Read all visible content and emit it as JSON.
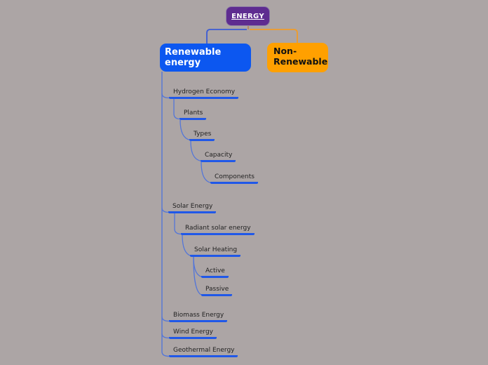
{
  "mindmap": {
    "root": {
      "label": "ENERGY"
    },
    "branch_renewable": {
      "label": "Renewable energy"
    },
    "branch_nonrenewable": {
      "label": "Non-Renewable"
    },
    "nodes": {
      "hydrogen": {
        "label": "Hydrogen Economy",
        "level": 1,
        "parent": "Renewable energy"
      },
      "plants": {
        "label": "Plants",
        "level": 2,
        "parent": "Hydrogen Economy"
      },
      "types": {
        "label": "Types",
        "level": 3,
        "parent": "Plants"
      },
      "capacity": {
        "label": "Capacity",
        "level": 4,
        "parent": "Types"
      },
      "components": {
        "label": "Components",
        "level": 5,
        "parent": "Capacity"
      },
      "solar": {
        "label": "Solar Energy",
        "level": 1,
        "parent": "Renewable energy"
      },
      "radiant": {
        "label": "Radiant solar energy",
        "level": 2,
        "parent": "Solar Energy"
      },
      "solarheating": {
        "label": "Solar Heating",
        "level": 3,
        "parent": "Radiant solar energy"
      },
      "active": {
        "label": "Active",
        "level": 4,
        "parent": "Solar Heating"
      },
      "passive": {
        "label": "Passive",
        "level": 4,
        "parent": "Solar Heating"
      },
      "biomass": {
        "label": "Biomass Energy",
        "level": 1,
        "parent": "Renewable energy"
      },
      "wind": {
        "label": "Wind Energy",
        "level": 1,
        "parent": "Renewable energy"
      },
      "geothermal": {
        "label": "Geothermal Energy",
        "level": 1,
        "parent": "Renewable energy"
      }
    },
    "colors": {
      "background": "#aca5a5",
      "root_fill": "#5e2c90",
      "renewable_fill": "#0c57f0",
      "nonrenewable_fill": "#ffa000",
      "underline_blue": "#2058e8",
      "edge_blue": "#3b5bd5",
      "edge_orange": "#f09c28",
      "branch_line": "#5476d8"
    }
  }
}
